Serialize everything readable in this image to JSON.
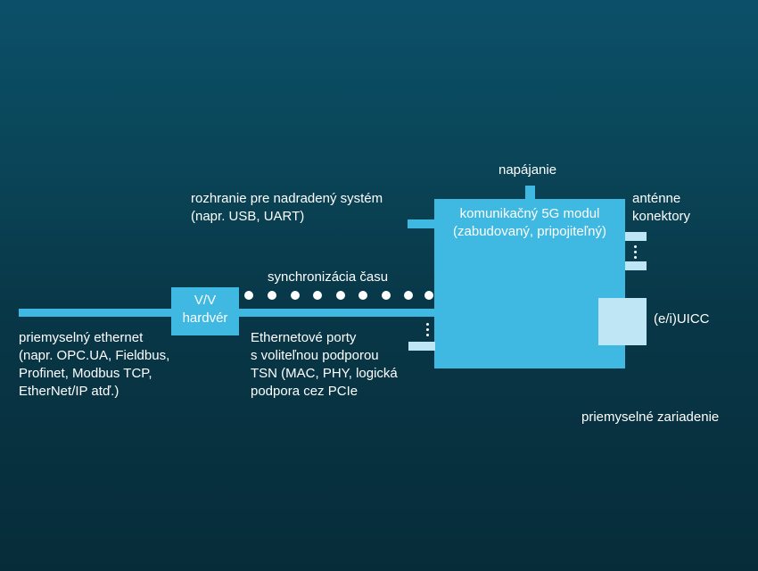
{
  "labels": {
    "power": "napájanie",
    "host_interface": "rozhranie pre nadradený systém\n(napr. USB, UART)",
    "antenna": "anténne\nkonektory",
    "module": "komunikačný 5G modul\n(zabudovaný, pripojiteľný)",
    "time_sync": "synchronizácia času",
    "io_hw": "V/V\nhardvér",
    "uicc": "(e/i)UICC",
    "industrial_ethernet": "priemyselný ethernet\n(napr. OPC.UA, Fieldbus,\nProfinet, Modbus TCP,\nEtherNet/IP atď.)",
    "ethernet_ports": "Ethernetové porty\ns voliteľnou podporou\nTSN (MAC, PHY, logická\npodpora cez PCIe",
    "industrial_devices": "priemyselné zariadenie"
  },
  "colors": {
    "module_blue": "#3fb8e2",
    "uicc_light": "#bfe6f5",
    "background_top": "#0b5069",
    "background_bottom": "#072c39"
  }
}
